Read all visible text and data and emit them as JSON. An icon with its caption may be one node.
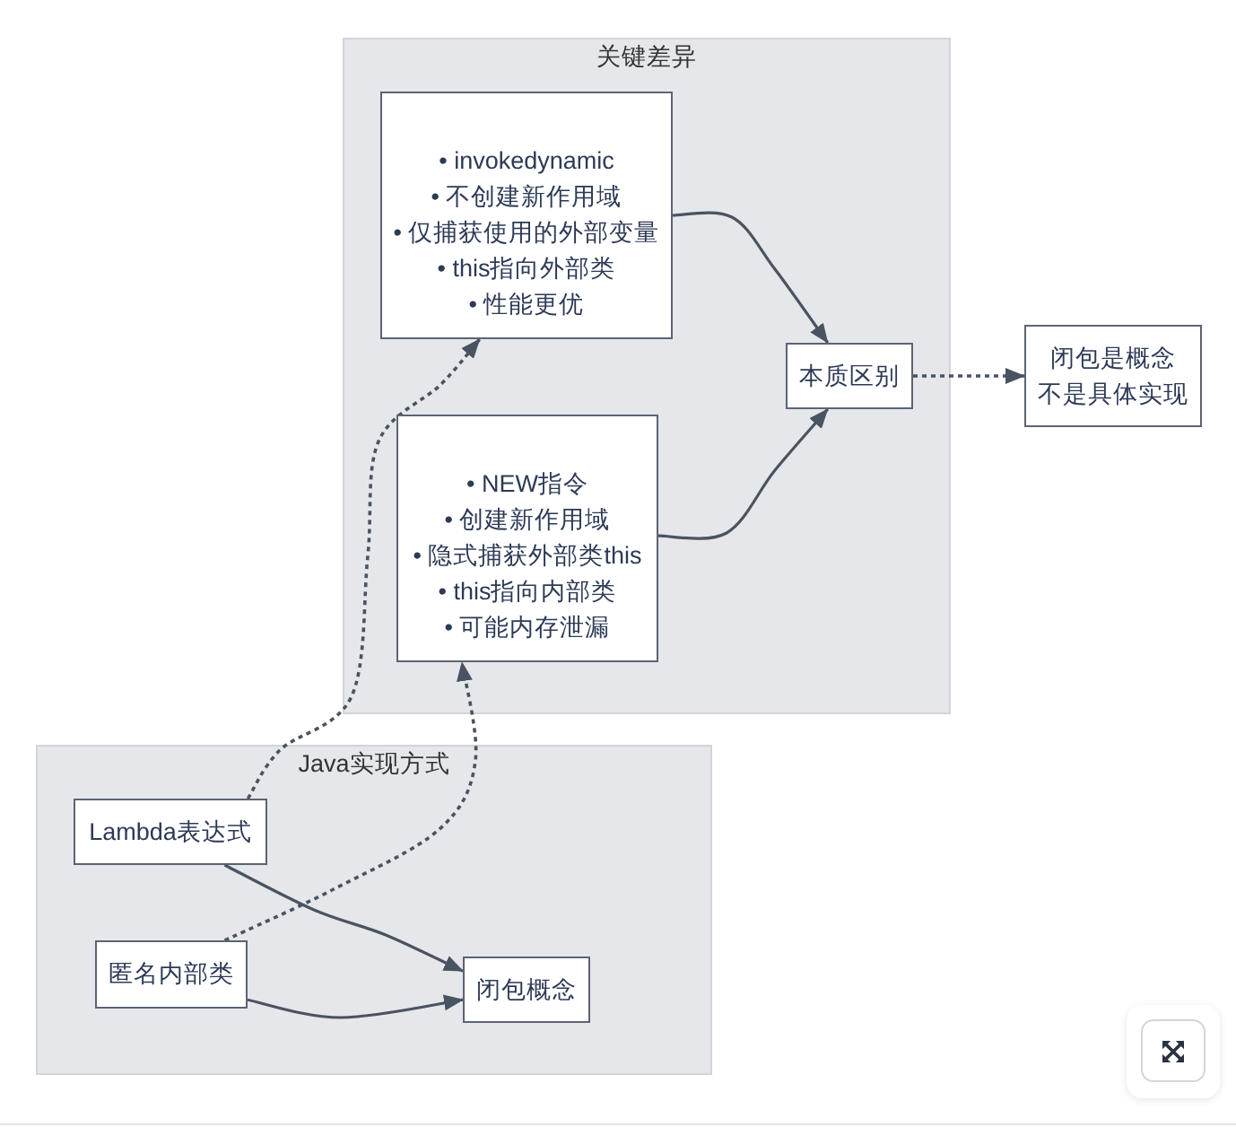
{
  "diagram": {
    "nodes": [
      {
        "text": [
          "关键差异"
        ]
      },
      {
        "text": [
          "• invokedynamic",
          "• 不创建新作用域",
          "• 仅捕获使用的外部变量",
          "• this指向外部类",
          "• 性能更优"
        ],
        "in": 0
      },
      {
        "text": [
          "• NEW指令",
          "• 创建新作用域",
          "• 隐式捕获外部类this",
          "• this指向内部类",
          "• 可能内存泄漏"
        ],
        "in": 0
      },
      {
        "text": [
          "本质区别"
        ],
        "in": 0
      },
      {
        "text": [
          "闭包是概念",
          "不是具体实现"
        ]
      },
      {
        "text": [
          "Java实现方式"
        ]
      },
      {
        "text": [
          "Lambda表达式"
        ],
        "in": 5
      },
      {
        "text": [
          "匿名内部类"
        ],
        "in": 5
      },
      {
        "text": [
          "闭包概念"
        ],
        "in": 5
      }
    ],
    "edges": [
      {
        "from": 6,
        "to": 8,
        "arrow": "to"
      },
      {
        "from": 7,
        "to": 8,
        "arrow": "to"
      },
      {
        "from": 6,
        "to": 1,
        "arrow": "to",
        "style": "dashed"
      },
      {
        "from": 7,
        "to": 2,
        "arrow": "to",
        "style": "dashed"
      },
      {
        "from": 1,
        "to": 3,
        "arrow": "to"
      },
      {
        "from": 2,
        "to": 3,
        "arrow": "to"
      },
      {
        "from": 3,
        "to": 4,
        "arrow": "to",
        "style": "dashed"
      }
    ]
  }
}
